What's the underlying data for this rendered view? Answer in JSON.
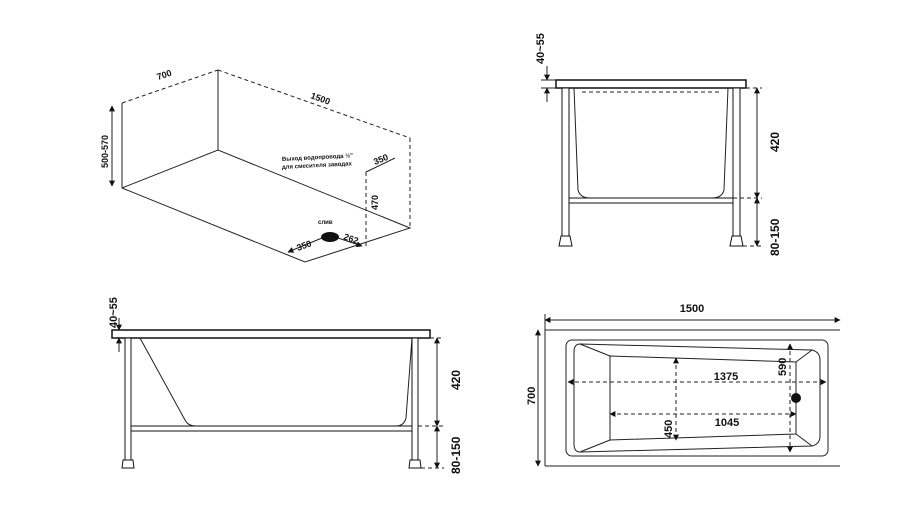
{
  "iso_view": {
    "width": "700",
    "length": "1500",
    "height": "500-570",
    "drain_label": "слив",
    "drain_x": "350",
    "drain_y": "262",
    "water_note_line1": "Выход водопровода ½\"",
    "water_note_line2": "для смесителя заводах",
    "water_offset": "350",
    "water_height": "470"
  },
  "front_view": {
    "rim": "40~55",
    "tub_height": "420",
    "legs": "80-150"
  },
  "side_view": {
    "rim": "40~55",
    "tub_height": "420",
    "legs": "80-150"
  },
  "top_view": {
    "length": "1500",
    "width": "700",
    "inner_length": "1375",
    "bottom_length": "1045",
    "inner_width": "590",
    "bottom_width": "450"
  }
}
